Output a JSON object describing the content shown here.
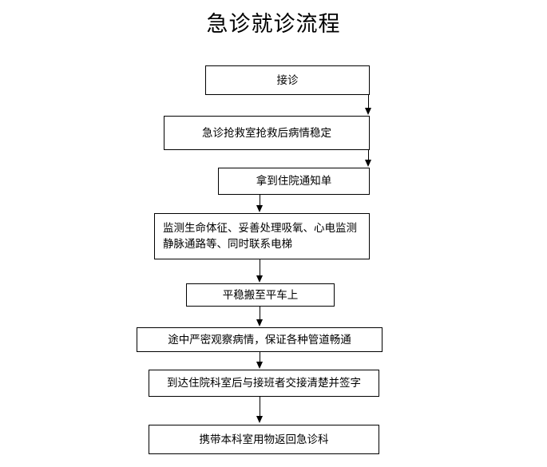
{
  "page": {
    "title": "急诊就诊流程",
    "background_color": "#ffffff",
    "line_color": "#000000",
    "text_color": "#000000"
  },
  "flowchart": {
    "type": "flowchart",
    "orientation": "top-to-bottom",
    "nodes": [
      {
        "id": "n1",
        "label": "接诊",
        "lines": [
          "接诊"
        ]
      },
      {
        "id": "n2",
        "label": "急诊抢救室抢救后病情稳定",
        "lines": [
          "急诊抢救室抢救后病情稳定"
        ]
      },
      {
        "id": "n3",
        "label": "拿到住院通知单",
        "lines": [
          "拿到住院通知单"
        ]
      },
      {
        "id": "n4",
        "label": "监测生命体征、妥善处理吸氧、心电监测静脉通路等、同时联系电梯",
        "lines": [
          "监测生命体征、妥善处理吸氧、心电监测",
          "静脉通路等、同时联系电梯"
        ]
      },
      {
        "id": "n5",
        "label": "平稳搬至平车上",
        "lines": [
          "平稳搬至平车上"
        ]
      },
      {
        "id": "n6",
        "label": "途中严密观察病情，保证各种管道畅通",
        "lines": [
          "途中严密观察病情，保证各种管道畅通"
        ]
      },
      {
        "id": "n7",
        "label": "到达住院科室后与接班者交接清楚并签字",
        "lines": [
          "到达住院科室后与接班者交接清楚并签字"
        ]
      },
      {
        "id": "n8",
        "label": "携带本科室用物返回急诊科",
        "lines": [
          "携带本科室用物返回急诊科"
        ]
      }
    ],
    "edges": [
      {
        "from": "n1",
        "to": "n2"
      },
      {
        "from": "n2",
        "to": "n3"
      },
      {
        "from": "n3",
        "to": "n4"
      },
      {
        "from": "n4",
        "to": "n5"
      },
      {
        "from": "n5",
        "to": "n6"
      },
      {
        "from": "n6",
        "to": "n7"
      },
      {
        "from": "n7",
        "to": "n8"
      }
    ]
  }
}
